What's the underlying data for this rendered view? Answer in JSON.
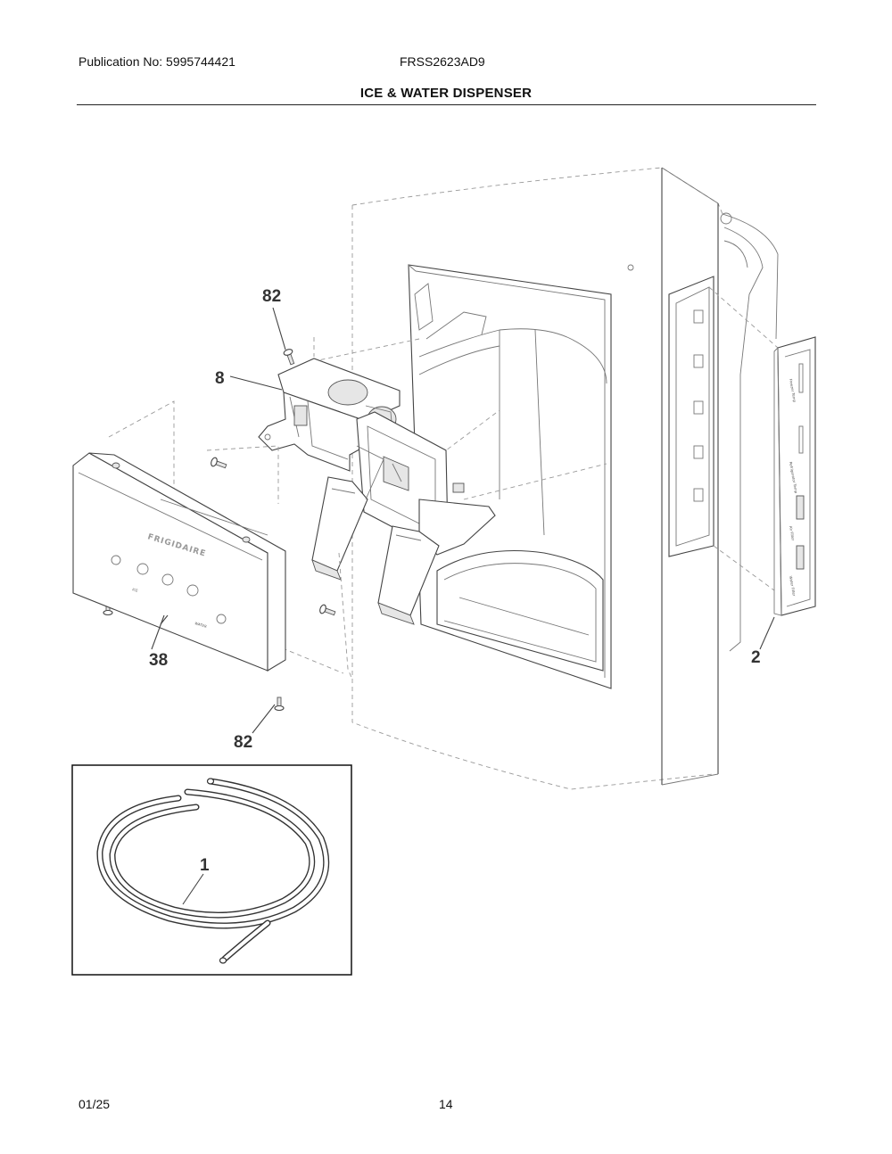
{
  "header": {
    "publication": "Publication No: 5995744421",
    "model": "FRSS2623AD9",
    "title": "ICE & WATER DISPENSER"
  },
  "footer": {
    "date": "01/25",
    "page": "14"
  },
  "callouts": [
    "82",
    "8",
    "38",
    "82",
    "2",
    "1"
  ],
  "panel_text": {
    "brand": "FRIGIDAIRE",
    "ice": "ICE",
    "water": "WATER",
    "control_labels": [
      "Freezer Temp",
      "Refrigerator Temp",
      "Air Filter",
      "Water Filter"
    ]
  }
}
